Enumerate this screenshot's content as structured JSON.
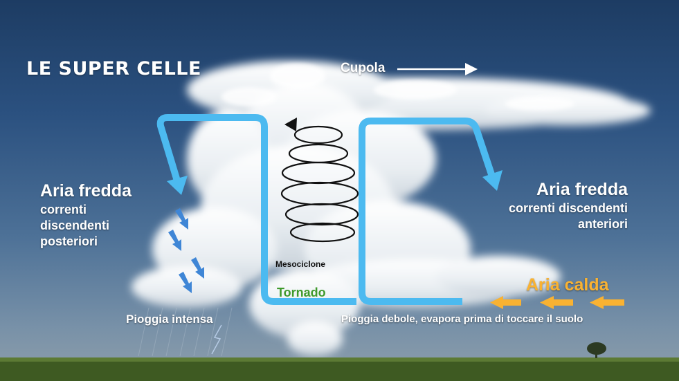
{
  "title": "LE SUPER CELLE",
  "cupola": "Cupola",
  "cold_air_left": {
    "title": "Aria fredda",
    "subtitle": "correnti\ndiscendenti\nposteriori"
  },
  "cold_air_right": {
    "title": "Aria fredda",
    "subtitle": "correnti discendenti\nanteriori"
  },
  "warm_air": "Aria calda",
  "mesocyclone": "Mesociclone",
  "tornado": "Tornado",
  "heavy_rain": "Pioggia intensa",
  "light_rain": "Pioggia debole, evapora prima di toccare il suolo",
  "colors": {
    "cold_current": "#4cbaf0",
    "downdraft_arrows": "#3f86d6",
    "warm_arrows": "#f9b232",
    "tornado_text": "#3f9a2c",
    "ground": "#3e5a22"
  },
  "icons": [
    "spiral-icon",
    "arrow-right-icon",
    "arrow-left-icon",
    "arrow-down-icon"
  ]
}
